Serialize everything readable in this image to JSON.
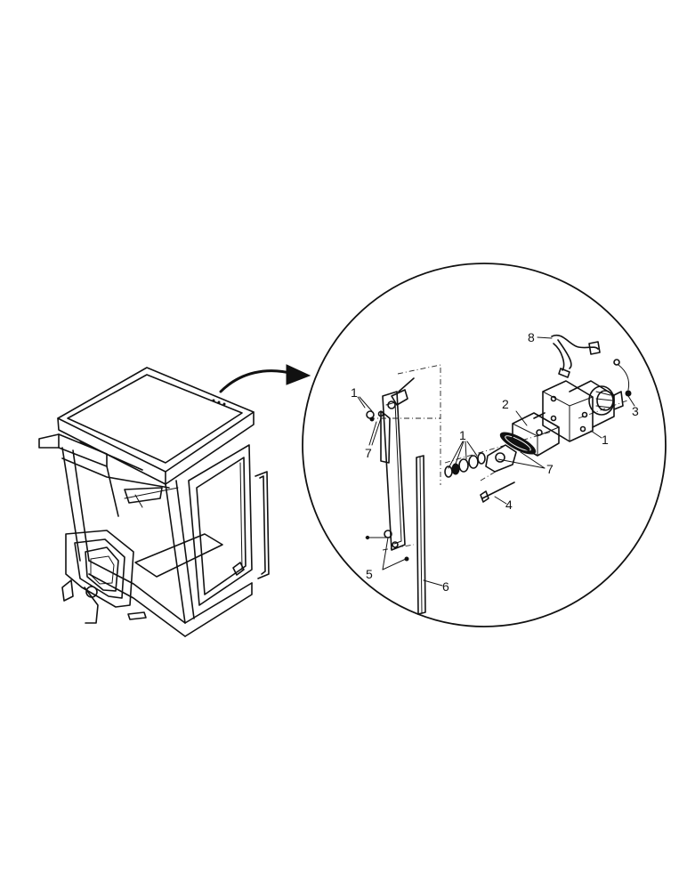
{
  "callouts": [
    {
      "id": "c1a",
      "text": "1"
    },
    {
      "id": "c7a",
      "text": "7"
    },
    {
      "id": "c1b",
      "text": "1"
    },
    {
      "id": "c2",
      "text": "2"
    },
    {
      "id": "c8",
      "text": "8"
    },
    {
      "id": "c3",
      "text": "3"
    },
    {
      "id": "c1c",
      "text": "1"
    },
    {
      "id": "c7b",
      "text": "7"
    },
    {
      "id": "c4",
      "text": "4"
    },
    {
      "id": "c5",
      "text": "5"
    },
    {
      "id": "c6",
      "text": "6"
    }
  ]
}
